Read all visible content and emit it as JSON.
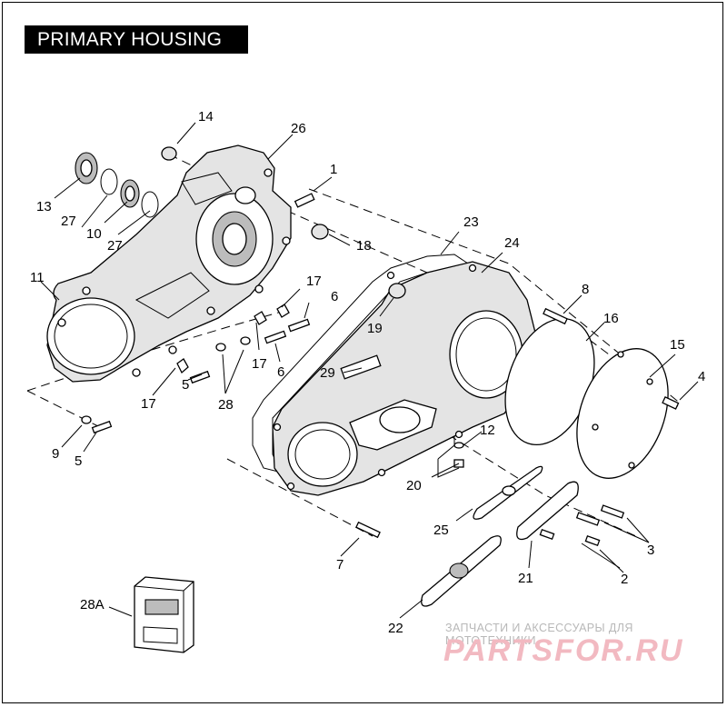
{
  "title": "PRIMARY HOUSING",
  "callouts": [
    "1",
    "2",
    "3",
    "4",
    "5",
    "6",
    "7",
    "8",
    "9",
    "10",
    "11",
    "12",
    "13",
    "14",
    "15",
    "16",
    "17",
    "18",
    "19",
    "20",
    "21",
    "22",
    "23",
    "24",
    "25",
    "26",
    "27",
    "28",
    "29",
    "28A"
  ],
  "watermark": {
    "line1": "ЗАПЧАСТИ И АКСЕССУАРЫ ДЛЯ МОТОТЕХНИКИ",
    "line2": "PARTSFOR.RU"
  },
  "colors": {
    "ink": "#000000",
    "watermark": "#f2b9c1",
    "watermark_small": "#b8b8b8"
  }
}
